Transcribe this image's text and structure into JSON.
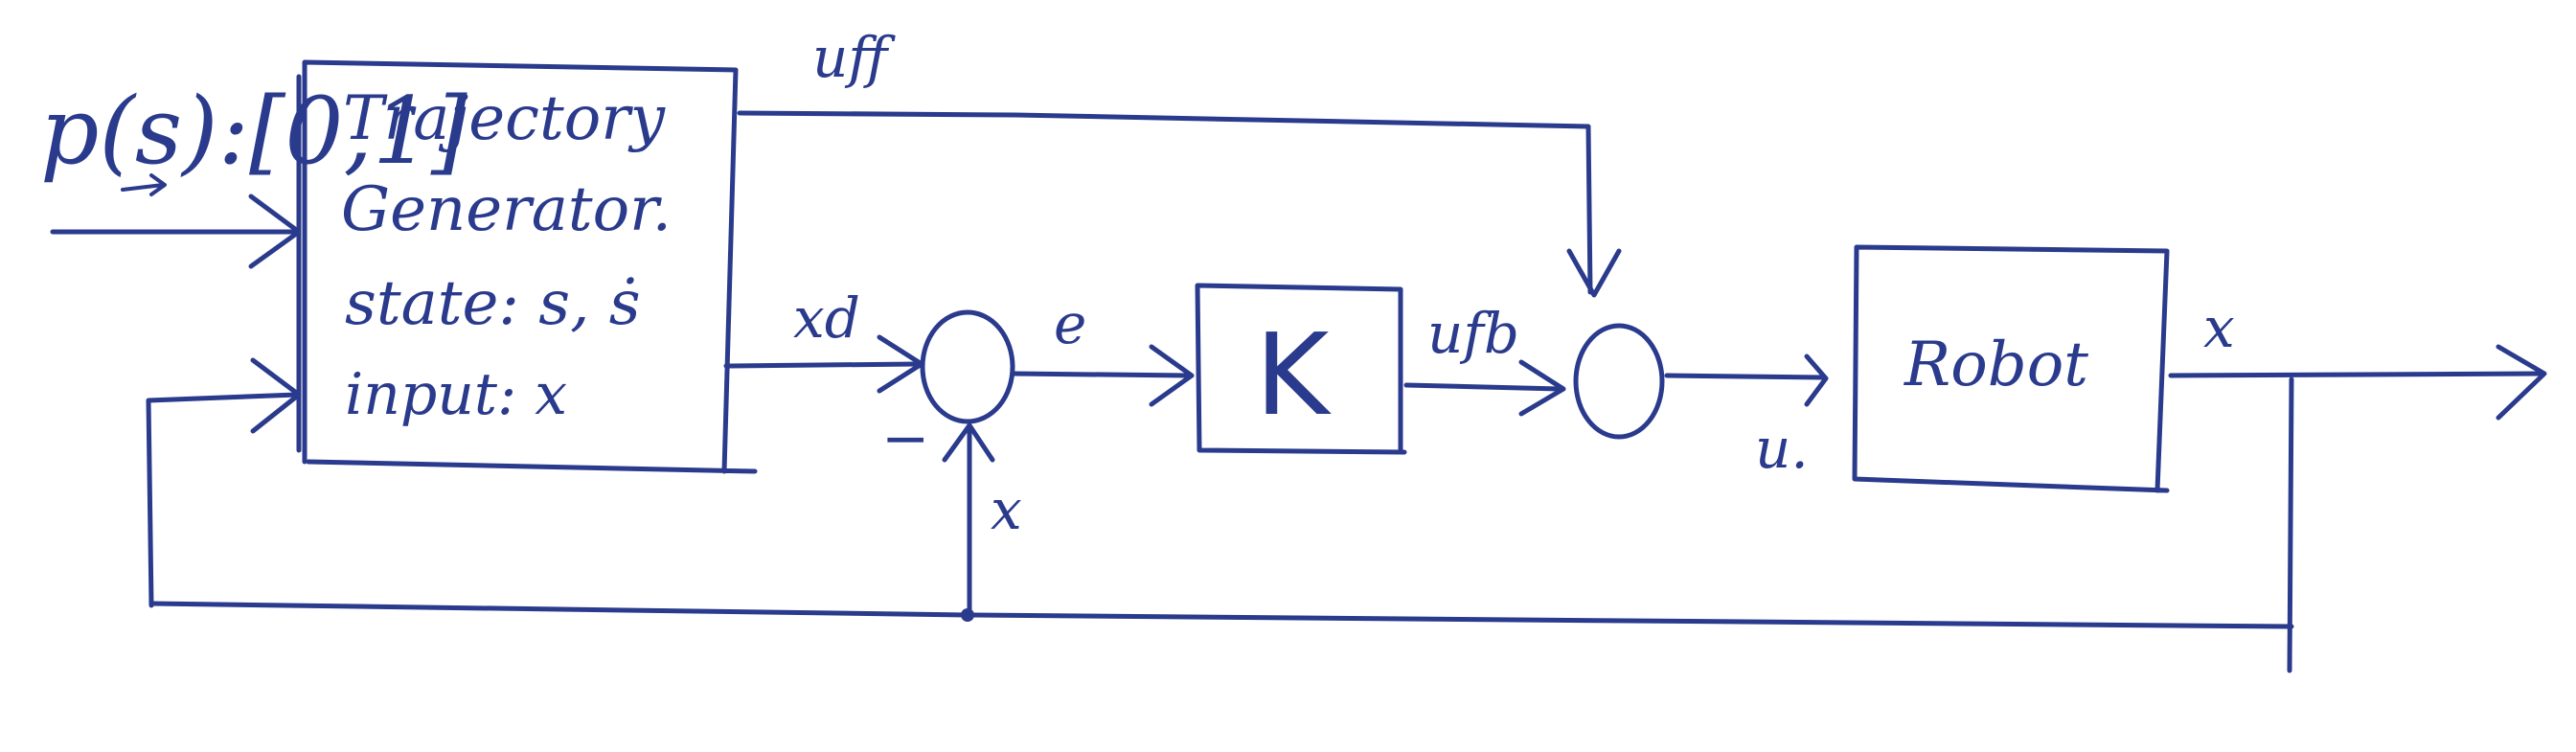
{
  "diagram": {
    "input_label": "p(s):[0,1]",
    "traj_block": {
      "line1": "Trajectory",
      "line2": "Generator.",
      "line3": "state: s, ṡ",
      "line4": "input: x"
    },
    "signals": {
      "uff": "uff",
      "xd": "xd",
      "e": "e",
      "ufb": "ufb",
      "u": "u.",
      "x_out": "x",
      "x_fb": "x",
      "minus": "−"
    },
    "k_block": "K",
    "robot_block": "Robot"
  }
}
